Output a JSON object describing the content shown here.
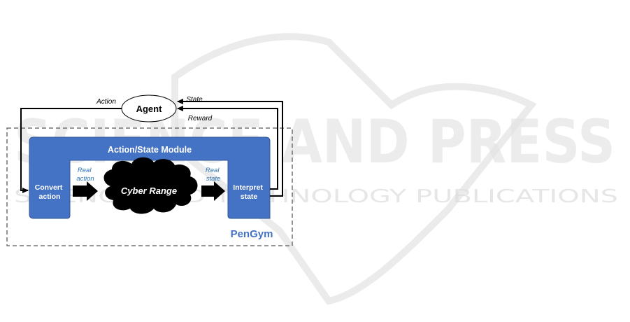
{
  "watermark": {
    "line1": "SCIENCE AND PRESS",
    "line2": "SCIENCE AND TECHNOLOGY PUBLICATIONS",
    "color": "#d9d9d9"
  },
  "diagram": {
    "agent": "Agent",
    "action_label": "Action",
    "state_label": "State",
    "reward_label": "Reward",
    "module_title": "Action/State Module",
    "convert_label": [
      "Convert",
      "action"
    ],
    "interpret_label": [
      "Interpret",
      "state"
    ],
    "real_action_label": [
      "Real",
      "action"
    ],
    "real_state_label": [
      "Real",
      "state"
    ],
    "cyber_range": "Cyber Range",
    "pengym": "PenGym"
  },
  "colors": {
    "module_blue": "#4472c4",
    "module_stroke": "#2f5597",
    "label_blue": "#2e75b6",
    "pengym_blue": "#4472c4",
    "cloud": "#000000",
    "dashed_border": "#595959",
    "text": "#000000"
  }
}
